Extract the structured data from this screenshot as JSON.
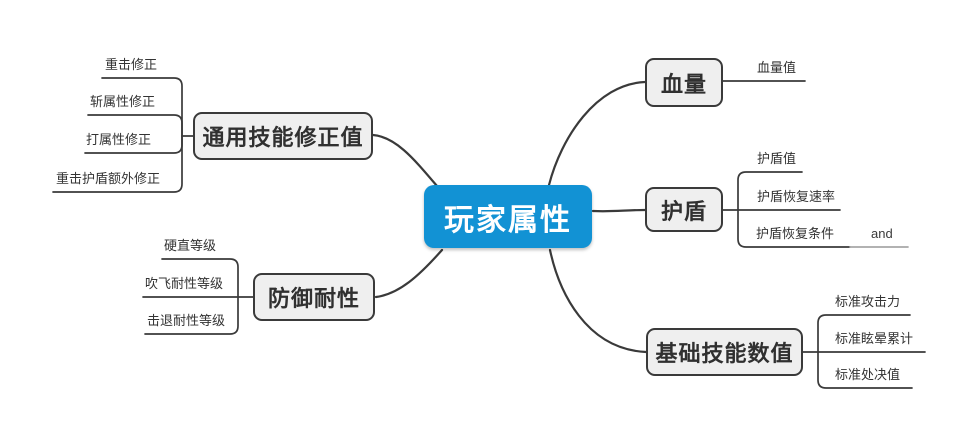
{
  "diagram": {
    "center": {
      "label": "玩家属性"
    },
    "colors": {
      "center_fill": "#1292d4",
      "node_fill": "#efefef",
      "node_border": "#3a3a3a",
      "line": "#3a3a3a",
      "light_line": "#a8a8a8",
      "text": "#333333"
    },
    "branches": [
      {
        "label": "通用技能修正值",
        "children": [
          "重击修正",
          "斩属性修正",
          "打属性修正",
          "重击护盾额外修正"
        ]
      },
      {
        "label": "防御耐性",
        "children": [
          "硬直等级",
          "吹飞耐性等级",
          "击退耐性等级"
        ]
      },
      {
        "label": "血量",
        "children": [
          "血量值"
        ]
      },
      {
        "label": "护盾",
        "children": [
          "护盾值",
          "护盾恢复速率",
          "护盾恢复条件"
        ],
        "annotation": "and"
      },
      {
        "label": "基础技能数值",
        "children": [
          "标准攻击力",
          "标准眩晕累计",
          "标准处决值"
        ]
      }
    ]
  }
}
